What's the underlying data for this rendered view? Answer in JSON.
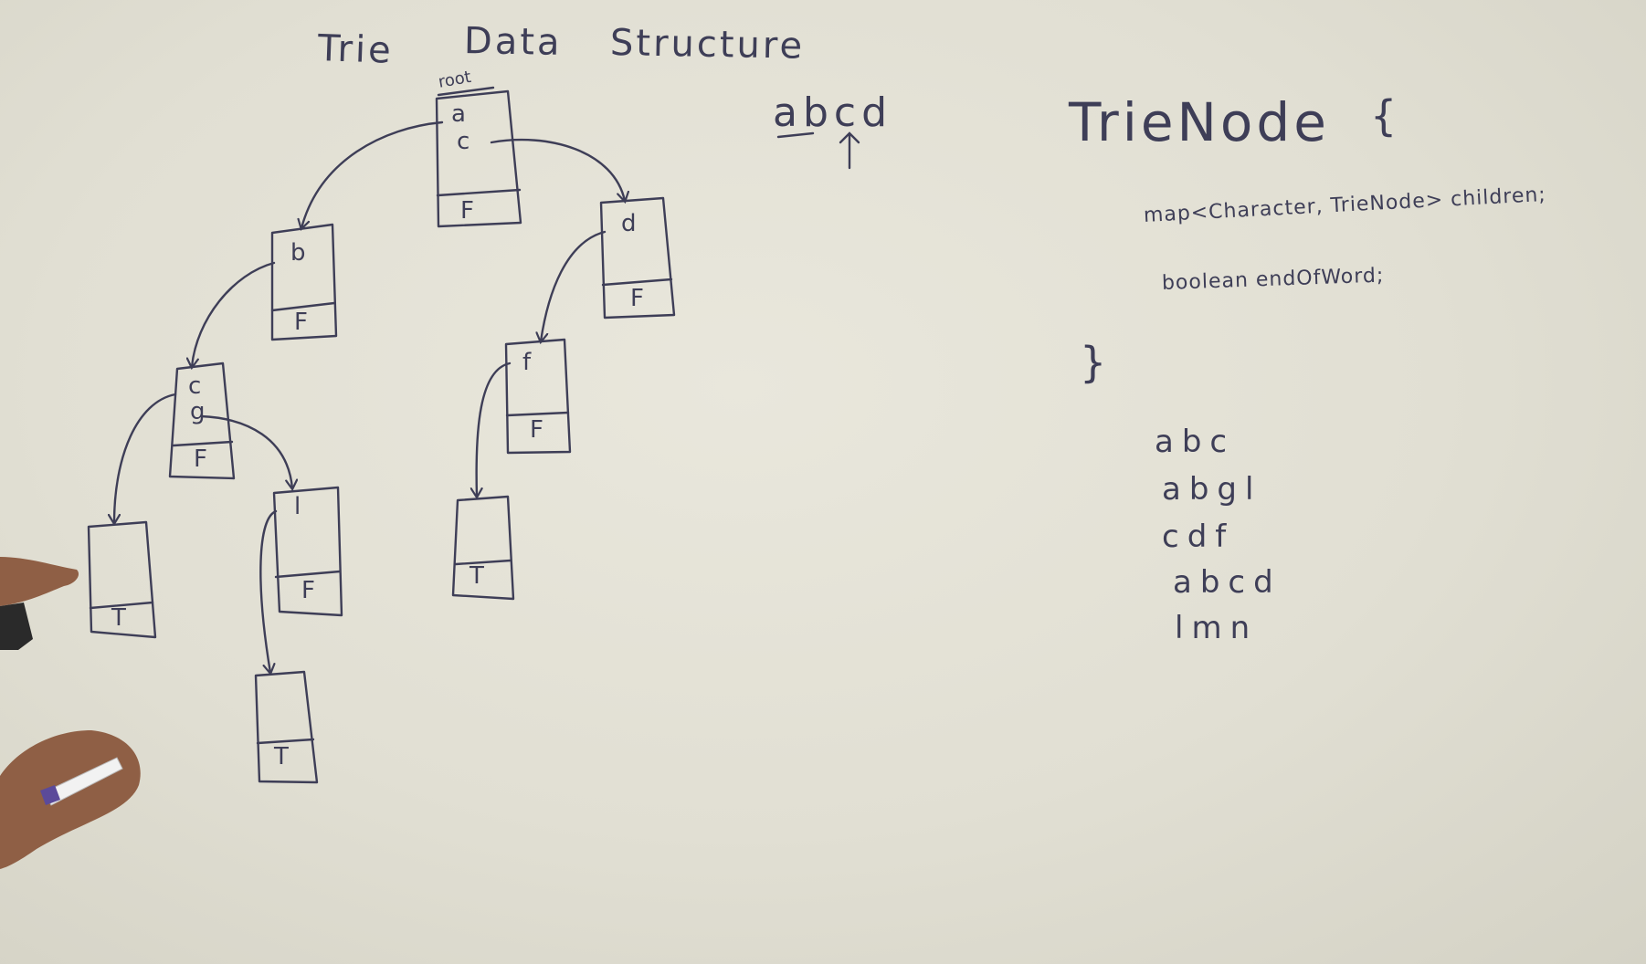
{
  "diagram_title": [
    "Trie",
    "Data",
    "Structure"
  ],
  "query_word": "abcd",
  "class_definition": {
    "title": "TrieNode",
    "open_brace": "{",
    "close_brace": "}",
    "fields": [
      "map<Character, TrieNode> children;",
      "boolean endOfWord;"
    ]
  },
  "inserted_words": [
    "abc",
    "abgl",
    "cdf",
    "abcd",
    "lmn"
  ],
  "trie": {
    "root_label": "root",
    "nodes": [
      {
        "id": "root",
        "chars": [
          "a",
          "c"
        ],
        "end_of_word": "F"
      },
      {
        "id": "n-b",
        "chars": [
          "b"
        ],
        "end_of_word": "F"
      },
      {
        "id": "n-d",
        "chars": [
          "d"
        ],
        "end_of_word": "F"
      },
      {
        "id": "n-cg",
        "chars": [
          "c",
          "g"
        ],
        "end_of_word": "F"
      },
      {
        "id": "n-f",
        "chars": [
          "f"
        ],
        "end_of_word": "F"
      },
      {
        "id": "n-c-leaf",
        "chars": [],
        "end_of_word": "T"
      },
      {
        "id": "n-l",
        "chars": [
          "l"
        ],
        "end_of_word": "F"
      },
      {
        "id": "n-f-leaf",
        "chars": [],
        "end_of_word": "T"
      },
      {
        "id": "n-l-leaf",
        "chars": [],
        "end_of_word": "T"
      }
    ],
    "edges": [
      {
        "from": "root",
        "char": "a",
        "to": "n-b"
      },
      {
        "from": "root",
        "char": "c",
        "to": "n-d"
      },
      {
        "from": "n-b",
        "char": "b",
        "to": "n-cg"
      },
      {
        "from": "n-d",
        "char": "d",
        "to": "n-f"
      },
      {
        "from": "n-cg",
        "char": "c",
        "to": "n-c-leaf"
      },
      {
        "from": "n-cg",
        "char": "g",
        "to": "n-l"
      },
      {
        "from": "n-f",
        "char": "f",
        "to": "n-f-leaf"
      },
      {
        "from": "n-l",
        "char": "l",
        "to": "n-l-leaf"
      }
    ]
  },
  "colors": {
    "board": "#e4e2d7",
    "marker": "#3e3e57",
    "skin": "#9c6a4f",
    "pen_body": "#f2f2f2",
    "pen_cap": "#5b4a9a"
  }
}
